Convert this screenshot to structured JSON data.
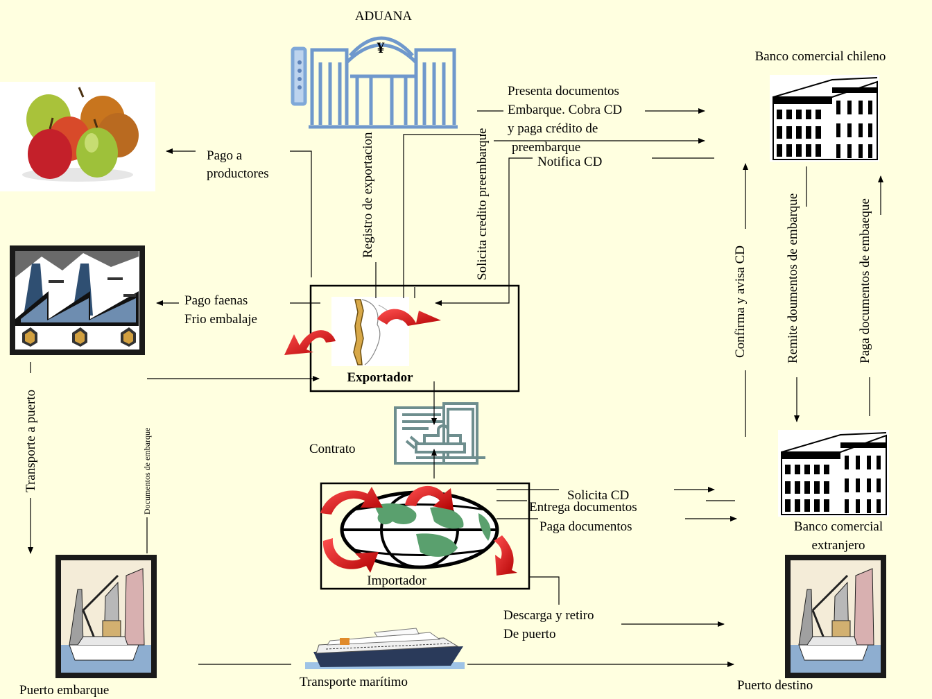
{
  "actors": {
    "aduana": "ADUANA",
    "banco_chileno": "Banco comercial chileno",
    "banco_extranjero_line1": "Banco comercial",
    "banco_extranjero_line2": "extranjero",
    "exportador": "Exportador",
    "importador": "Importador",
    "puerto_embarque": "Puerto embarque",
    "puerto_destino": "Puerto destino",
    "contrato": "Contrato"
  },
  "flows": {
    "pago_productores_1": "Pago a",
    "pago_productores_2": "productores",
    "pago_faenas_1": "Pago faenas",
    "pago_faenas_2": "Frio embalaje",
    "registro_exportacion": "Registro de exportacion",
    "solicita_credito": "Solicita credito preembarque",
    "presenta_1": "Presenta documentos",
    "presenta_2": "Embarque. Cobra CD",
    "presenta_3": "y paga crédito de",
    "presenta_4": "preembarque",
    "notifica_cd": "Notifica CD",
    "confirma_avisa": "Confirma y avisa CD",
    "remite_documentos": "Remite doumentos de embarque",
    "paga_documentos_embarque": "Paga documentos de embaeque",
    "transporte_puerto": "Transporte a puerto",
    "documentos_embarque": "Documentos de embarque",
    "solicita_cd": "Solicita CD",
    "entrega_documentos": "Entrega documentos",
    "paga_documentos": "Paga documentos",
    "descarga_1": "Descarga y retiro",
    "descarga_2": "De puerto",
    "transporte_maritimo": "Transporte marítimo"
  },
  "colors": {
    "background": "#ffffe0",
    "arrow_red": "#dd0000",
    "building_blue": "#7fa8d8"
  },
  "icons": [
    "pears-photo",
    "customs-building-icon",
    "bank-building-icon",
    "factory-icon",
    "chile-map-icon",
    "contract-icon",
    "globe-icon",
    "port-icon",
    "cruise-ship-icon"
  ]
}
